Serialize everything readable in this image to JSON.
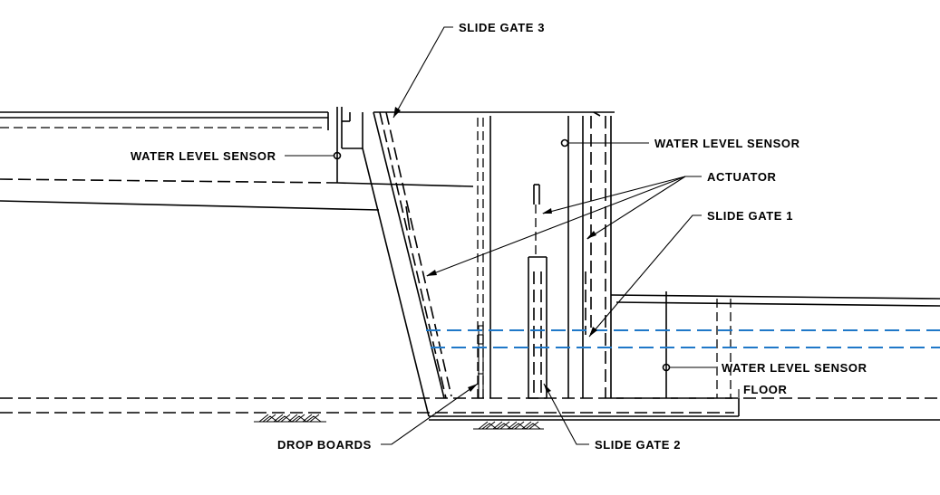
{
  "labels": {
    "slide_gate_3": "SLIDE GATE 3",
    "water_level_sensor_left": "WATER LEVEL SENSOR",
    "water_level_sensor_top": "WATER LEVEL SENSOR",
    "actuator": "ACTUATOR",
    "slide_gate_1": "SLIDE GATE 1",
    "water_level_sensor_right": "WATER LEVEL SENSOR",
    "floor": "FLOOR",
    "drop_boards": "DROP BOARDS",
    "slide_gate_2": "SLIDE GATE 2"
  },
  "colors": {
    "line": "#000000",
    "water_level": "#1f78c8",
    "background": "#ffffff"
  }
}
